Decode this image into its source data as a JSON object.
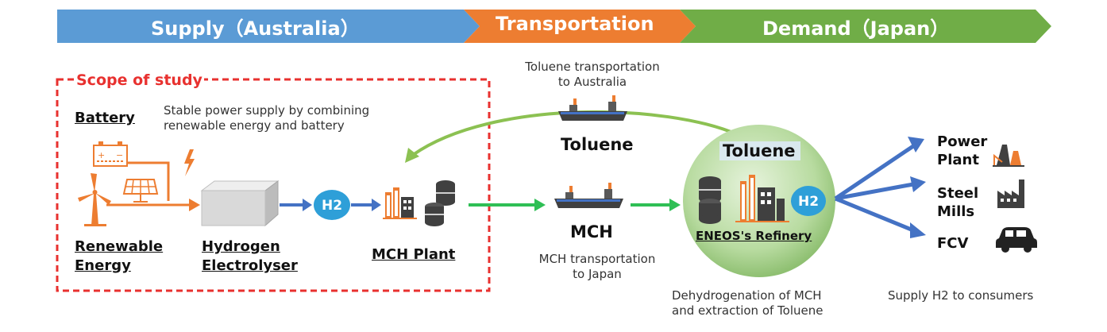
{
  "banner": {
    "supply": "Supply（Australia）",
    "transport": "Transportation",
    "demand": "Demand（Japan）"
  },
  "scope_title": "Scope of study",
  "battery": {
    "label": "Battery",
    "note_line1": "Stable power supply by combining",
    "note_line2": "renewable energy and battery"
  },
  "renewable": {
    "line1": "Renewable",
    "line2": "Energy"
  },
  "electrolyser": {
    "line1": "Hydrogen",
    "line2": "Electrolyser"
  },
  "h2_label": "H2",
  "mch_plant": "MCH Plant",
  "toluene_transport": {
    "line1": "Toluene transportation",
    "line2": "to Australia"
  },
  "toluene_mid": "Toluene",
  "mch_mid": "MCH",
  "mch_transport": {
    "line1": "MCH transportation",
    "line2": "to Japan"
  },
  "refinery": {
    "toluene": "Toluene",
    "h2": "H2",
    "name": "ENEOS's Refinery"
  },
  "dehydro": {
    "line1": "Dehydrogenation of MCH",
    "line2": "and extraction of Toluene"
  },
  "consumers": {
    "power": {
      "line1": "Power",
      "line2": "Plant"
    },
    "steel": {
      "line1": "Steel",
      "line2": "Mills"
    },
    "fcv": "FCV",
    "supply_note": "Supply H2 to consumers"
  },
  "colors": {
    "supply_banner": "#5b9bd5",
    "transport_banner": "#ed7d31",
    "demand_banner": "#70ad47",
    "scope_red": "#e8312f",
    "green_arrow": "#2fbf55",
    "blue_arrow": "#4472c4",
    "orange": "#ed7d31",
    "h2_badge": "#2e9fd8",
    "refinery_circle": "#a9d08e"
  },
  "icons": [
    "battery-icon",
    "lightning-icon",
    "wind-turbine-icon",
    "solar-panel-icon",
    "electrolyser-box-icon",
    "plant-icon",
    "tank-icon",
    "ship-icon",
    "power-plant-icon",
    "factory-icon",
    "car-icon"
  ]
}
